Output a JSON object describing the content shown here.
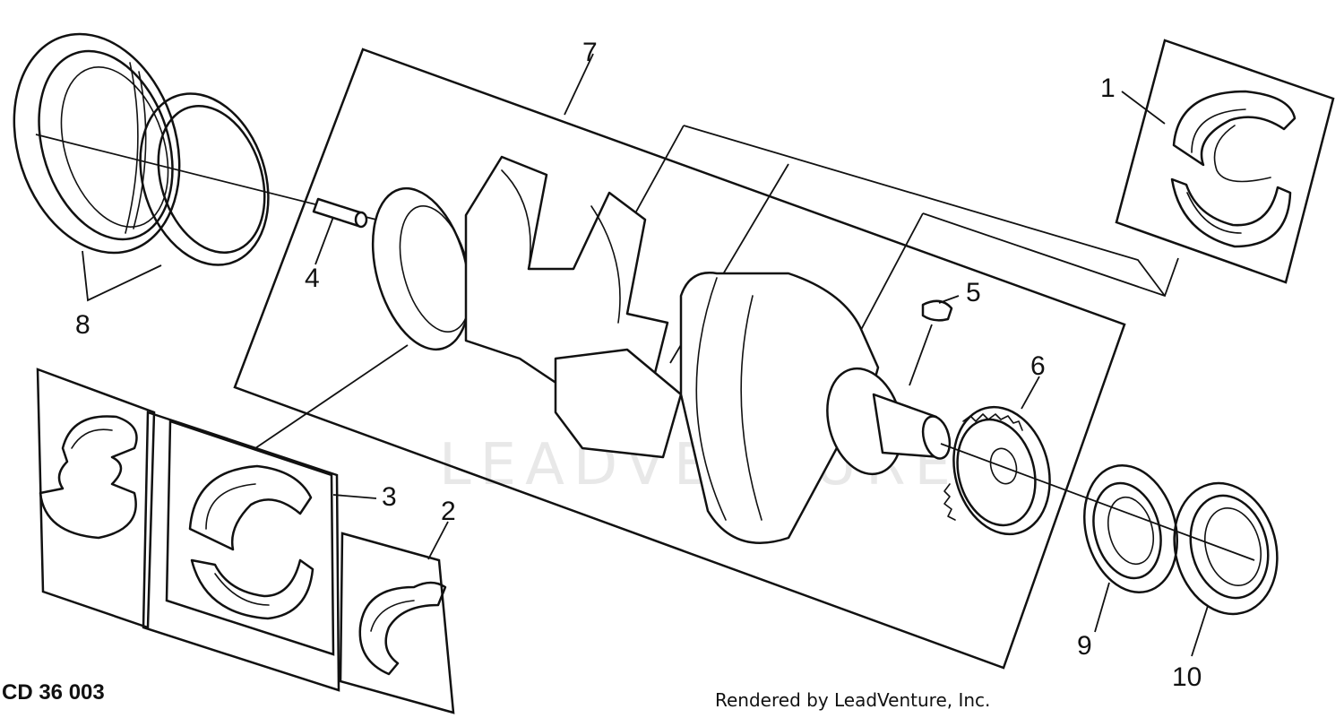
{
  "diagram": {
    "figure_code": "CD 36 003",
    "credit": "Rendered by LeadVenture, Inc.",
    "watermark": "LEADVENTURE",
    "callouts": {
      "c1": "1",
      "c2": "2",
      "c3": "3",
      "c4": "4",
      "c5": "5",
      "c6": "6",
      "c7": "7",
      "c8": "8",
      "c9": "9",
      "c10": "10"
    }
  }
}
